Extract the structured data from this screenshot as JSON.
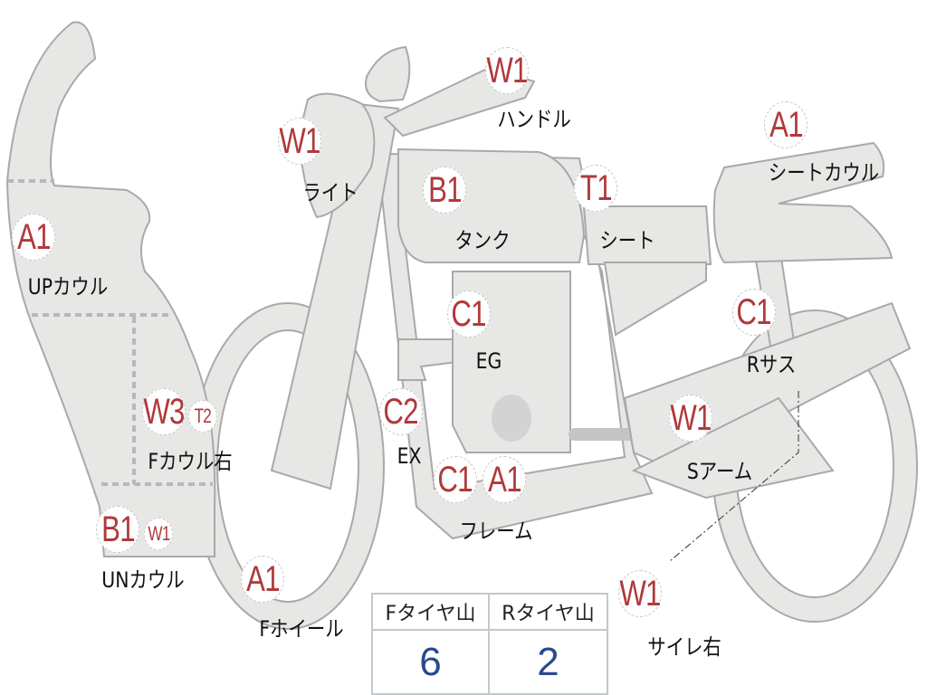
{
  "colors": {
    "part_fill": "#e7e7e5",
    "part_stroke": "#a9a9a9",
    "grade_text": "#b0393b",
    "value_text": "#2a4a8e"
  },
  "parts": [
    {
      "grade": "W1",
      "label": "ハンドル"
    },
    {
      "grade": "A1",
      "label": "シートカウル"
    },
    {
      "grade": "W1",
      "label": "ライト"
    },
    {
      "grade": "B1",
      "label": "タンク"
    },
    {
      "grade": "T1",
      "label": "シート"
    },
    {
      "grade": "A1",
      "label": "UPカウル"
    },
    {
      "grade": "C1",
      "label": "EG"
    },
    {
      "grade": "C1",
      "label": "Rサス"
    },
    {
      "grade": "W3",
      "extra": "T2",
      "label": "Fカウル右"
    },
    {
      "grade": "C2",
      "label": "EX"
    },
    {
      "grade": "W1",
      "label": "Sアーム"
    },
    {
      "grade": "C1",
      "extra": "A1",
      "label": "フレーム"
    },
    {
      "grade": "B1",
      "extra": "W1",
      "label": "UNカウル"
    },
    {
      "grade": "A1",
      "label": "Fホイール"
    },
    {
      "grade": "W1",
      "label": "サイレ右"
    }
  ],
  "tire_table": {
    "headers": [
      "Fタイヤ山",
      "Rタイヤ山"
    ],
    "values": [
      "6",
      "2"
    ]
  }
}
